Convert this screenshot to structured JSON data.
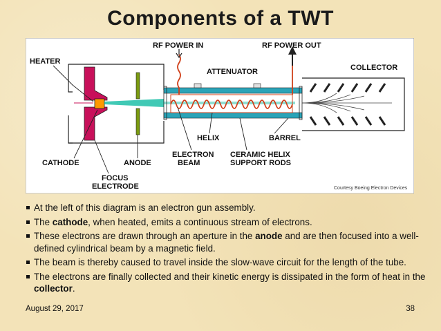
{
  "slide": {
    "title": "Components of a TWT",
    "date": "August 29, 2017",
    "page_number": "38"
  },
  "figure": {
    "labels": {
      "heater": "HEATER",
      "rf_power_in": "RF POWER IN",
      "rf_power_out": "RF POWER OUT",
      "attenuator": "ATTENUATOR",
      "collector": "COLLECTOR",
      "helix": "HELIX",
      "barrel": "BARREL",
      "cathode": "CATHODE",
      "anode": "ANODE",
      "electron_beam_1": "ELECTRON",
      "electron_beam_2": "BEAM",
      "ceramic_1": "CERAMIC HELIX",
      "ceramic_2": "SUPPORT RODS",
      "focus_1": "FOCUS",
      "focus_2": "ELECTRODE"
    },
    "credit": "Courtesy Boeing Electron Devices",
    "colors": {
      "background": "#ffffff",
      "gun": "#c8105a",
      "cathode": "#ff9900",
      "anode": "#7a9a10",
      "helix": "#d0401a",
      "barrel": "#2aa4b8",
      "beam": "#20c0a8",
      "outline": "#222222"
    }
  },
  "bullets": [
    {
      "parts": [
        {
          "text": "At the left of this diagram is an electron gun assembly.",
          "bold": false
        }
      ]
    },
    {
      "parts": [
        {
          "text": "The ",
          "bold": false
        },
        {
          "text": "cathode",
          "bold": true
        },
        {
          "text": ", when heated, emits a continuous stream of electrons.",
          "bold": false
        }
      ]
    },
    {
      "parts": [
        {
          "text": "These electrons are drawn through an aperture in the ",
          "bold": false
        },
        {
          "text": "anode",
          "bold": true
        },
        {
          "text": " and are then focused into a well-defined cylindrical beam by a magnetic field.",
          "bold": false
        }
      ]
    },
    {
      "parts": [
        {
          "text": "The beam is thereby caused to travel inside the slow-wave circuit for the length of the tube.",
          "bold": false
        }
      ]
    },
    {
      "parts": [
        {
          "text": "The electrons are finally collected and their kinetic energy is dissipated in the form of heat in the ",
          "bold": false
        },
        {
          "text": "collector",
          "bold": true
        },
        {
          "text": ".",
          "bold": false
        }
      ]
    }
  ]
}
